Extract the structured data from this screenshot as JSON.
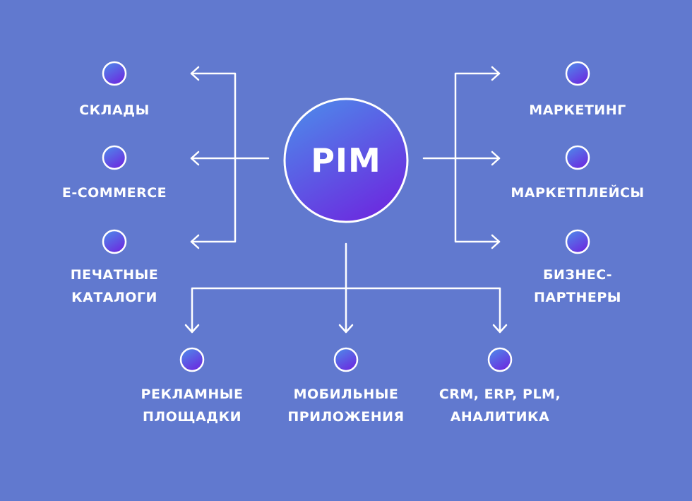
{
  "center": {
    "label": "PIM"
  },
  "nodes": {
    "warehouses": {
      "lines": [
        "СКЛАДЫ"
      ]
    },
    "ecommerce": {
      "lines": [
        "E-COMMERCE"
      ]
    },
    "print_catalogs": {
      "lines": [
        "ПЕЧАТНЫЕ",
        "КАТАЛОГИ"
      ]
    },
    "marketing": {
      "lines": [
        "МАРКЕТИНГ"
      ]
    },
    "marketplaces": {
      "lines": [
        "МАРКЕТПЛЕЙСЫ"
      ]
    },
    "business_partners": {
      "lines": [
        "БИЗНЕС-",
        "ПАРТНЕРЫ"
      ]
    },
    "ad_platforms": {
      "lines": [
        "РЕКЛАМНЫЕ",
        "ПЛОЩАДКИ"
      ]
    },
    "mobile_apps": {
      "lines": [
        "МОБИЛЬНЫЕ",
        "ПРИЛОЖЕНИЯ"
      ]
    },
    "crm_erp": {
      "lines": [
        "CRM, ERP, PLM,",
        "АНАЛИТИКА"
      ]
    }
  },
  "colors": {
    "background": "#6179CF",
    "lines": "#FFFFFF",
    "gradient_start": "#4C8FEA",
    "gradient_end": "#6A2FE0"
  }
}
